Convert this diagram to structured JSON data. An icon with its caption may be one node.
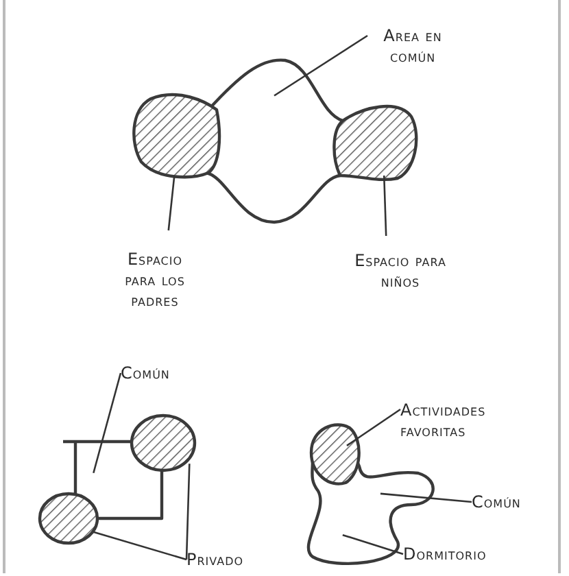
{
  "diagram": {
    "nodes": [
      {
        "text": [
          "Area en común"
        ]
      },
      {
        "text": [],
        "shape": "blob"
      },
      {
        "text": [
          "Espacio para los padres"
        ]
      },
      {
        "text": [],
        "shape": "blob"
      },
      {
        "text": [
          "Espacio para niños"
        ]
      },
      {
        "text": [],
        "shape": "blob"
      },
      {
        "text": [
          "Común"
        ]
      },
      {
        "text": [],
        "shape": "blob"
      },
      {
        "text": [],
        "shape": "blob"
      },
      {
        "text": [],
        "shape": "blob"
      },
      {
        "text": [
          "Privado"
        ]
      },
      {
        "text": [
          "Actividades favoritas"
        ]
      },
      {
        "text": [],
        "shape": "blob"
      },
      {
        "text": [
          "Común"
        ]
      },
      {
        "text": [],
        "shape": "blob"
      },
      {
        "text": [
          "Dormitorio"
        ]
      }
    ],
    "edges": [
      {
        "from": 0,
        "to": 1,
        "arrow": "none"
      },
      {
        "from": 2,
        "to": 3,
        "arrow": "none"
      },
      {
        "from": 4,
        "to": 5,
        "arrow": "none"
      },
      {
        "from": 6,
        "to": 7,
        "arrow": "none"
      },
      {
        "from": 10,
        "to": 9,
        "arrow": "none"
      },
      {
        "from": 10,
        "to": 8,
        "arrow": "none"
      },
      {
        "from": 11,
        "to": 12,
        "arrow": "none"
      },
      {
        "from": 13,
        "to": 14,
        "arrow": "none"
      },
      {
        "from": 15,
        "to": 14,
        "arrow": "none"
      }
    ]
  }
}
